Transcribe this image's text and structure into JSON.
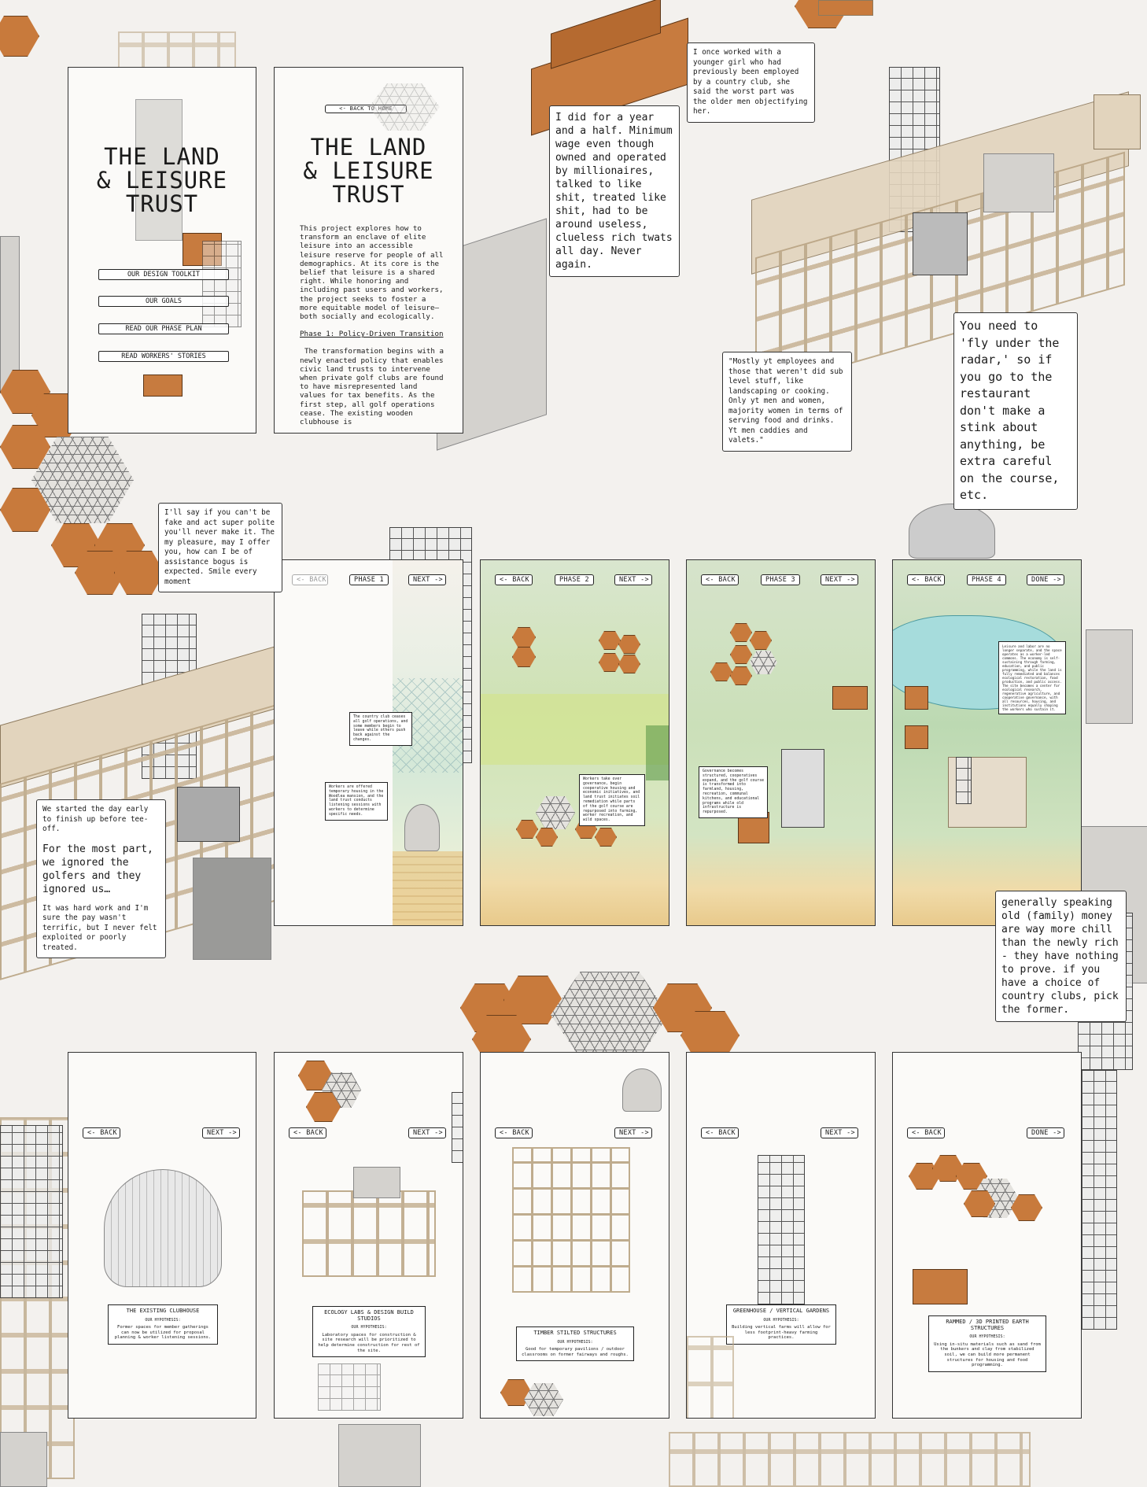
{
  "home": {
    "title": "THE LAND\n& LEISURE\nTRUST",
    "menu": [
      "OUR DESIGN TOOLKIT",
      "OUR GOALS",
      "READ OUR PHASE PLAN",
      "READ WORKERS' STORIES"
    ]
  },
  "about": {
    "back_label": "<- BACK TO HOME",
    "title": "THE LAND\n& LEISURE\nTRUST",
    "intro": "This project explores how to transform an enclave of elite leisure into an accessible leisure reserve for people of all demographics. At its core is the belief that leisure is a shared right. While honoring and including past users and workers, the project seeks to foster a more equitable model of leisure—both socially and ecologically.",
    "phase_heading": "Phase 1: Policy-Driven Transition",
    "phase_text": "The transformation begins with a newly enacted policy that enables civic land trusts to intervene when private golf clubs are found to have misrepresented land values for tax benefits. As the first step, all golf operations cease. The existing wooden clubhouse is"
  },
  "phases": [
    {
      "back": "<- BACK",
      "label": "PHASE 1",
      "next": "NEXT ->",
      "notes": [
        "The country club ceases all golf operations, and some members begin to leave while others push back against the changes.",
        "Workers are offered temporary housing in the Woodlea mansion, and the land trust conducts listening sessions with workers to determine specific needs."
      ]
    },
    {
      "back": "<- BACK",
      "label": "PHASE 2",
      "next": "NEXT ->",
      "notes": [
        "Workers take over governance, begin cooperative housing and economic initiatives, and land trust initiates soil remediation while parts of the golf course are repurposed into farming, worker recreation, and wild spaces."
      ]
    },
    {
      "back": "<- BACK",
      "label": "PHASE 3",
      "next": "NEXT ->",
      "notes": [
        "Governance becomes structured, cooperatives expand, and the golf course is transformed into farmland, housing, recreation, communal kitchens, and educational programs while old infrastructure is repurposed."
      ]
    },
    {
      "back": "<- BACK",
      "label": "PHASE 4",
      "next": "DONE ->",
      "notes": [
        "Leisure and labor are no longer separate, and the space operates as a worker-led commons. The economy is self-sustaining through farming, education, and public programming, while the land is fully remediated and balances ecological restoration, food production, and public access. The site becomes a center for ecological research, regenerative agriculture, and cooperative governance, with all resources, housing, and institutions equally shaping the workers who sustain it."
      ]
    }
  ],
  "toolkit": [
    {
      "back": "<- BACK",
      "next": "NEXT ->",
      "title": "THE EXISTING CLUBHOUSE",
      "sub": "OUR HYPOTHESIS:",
      "body": "Former spaces for member gatherings can now be utilized for proposal planning & worker listening sessions."
    },
    {
      "back": "<- BACK",
      "next": "NEXT ->",
      "title": "ECOLOGY LABS & DESIGN BUILD STUDIOS",
      "sub": "OUR HYPOTHESIS:",
      "body": "Laboratory spaces for construction & site research will be prioritized to help determine construction for rest of the site."
    },
    {
      "back": "<- BACK",
      "next": "NEXT ->",
      "title": "TIMBER STILTED STRUCTURES",
      "sub": "OUR HYPOTHESIS:",
      "body": "Good for temporary pavilions / outdoor classrooms on former fairways and roughs."
    },
    {
      "back": "<- BACK",
      "next": "NEXT ->",
      "title": "GREENHOUSE / VERTICAL GARDENS",
      "sub": "OUR HYPOTHESIS:",
      "body": "Building vertical farms will allow for less footprint-heavy farming practices."
    },
    {
      "back": "<- BACK",
      "next": "DONE ->",
      "title": "RAMMED / 3D PRINTED EARTH STRUCTURES",
      "sub": "OUR HYPOTHESIS:",
      "body": "Using in-situ materials such as sand from the bunkers and clay from stabilized soil, we can build more permanent structures for housing and food programming."
    }
  ],
  "quotes": {
    "country_club": "I once worked with a younger girl who had previously been employed by a country club, she said the worst part was the older men objectifying her.",
    "year_half": "I did for a year and a half. Minimum wage even though owned and operated by millionaires, talked to like shit, treated like shit, had to be around useless, clueless rich twats all day. Never again.",
    "yt_employees": "\"Mostly yt employees and those that weren't did sub level stuff, like landscaping or cooking. Only yt men and women, majority women in terms of serving food and drinks. Yt men caddies and valets.\"",
    "fly_under": "You need to 'fly under the radar,' so if you go to the restaurant don't make a stink about anything, be extra careful on the course, etc.",
    "fake_polite": "I'll say if you can't be fake and act super polite you'll never make it. The my pleasure, may I offer you, how can I be of assistance bogus is expected. Smile every moment",
    "started_day": "We started the day early to finish up before tee-off.",
    "ignored": "For the most part, we ignored the golfers and they ignored us…",
    "hard_work": "It was hard work and I'm sure the pay wasn't terrific, but I never felt exploited or poorly treated.",
    "old_money": "generally speaking old (family) money are way more chill than the newly rich - they have nothing to prove. if you have a choice of country clubs, pick the former."
  },
  "colors": {
    "wood_orange": "#c87a3c",
    "timber": "#e2d4bd",
    "lake": "#a6dcdc",
    "meadow": "#cfe2b4"
  }
}
